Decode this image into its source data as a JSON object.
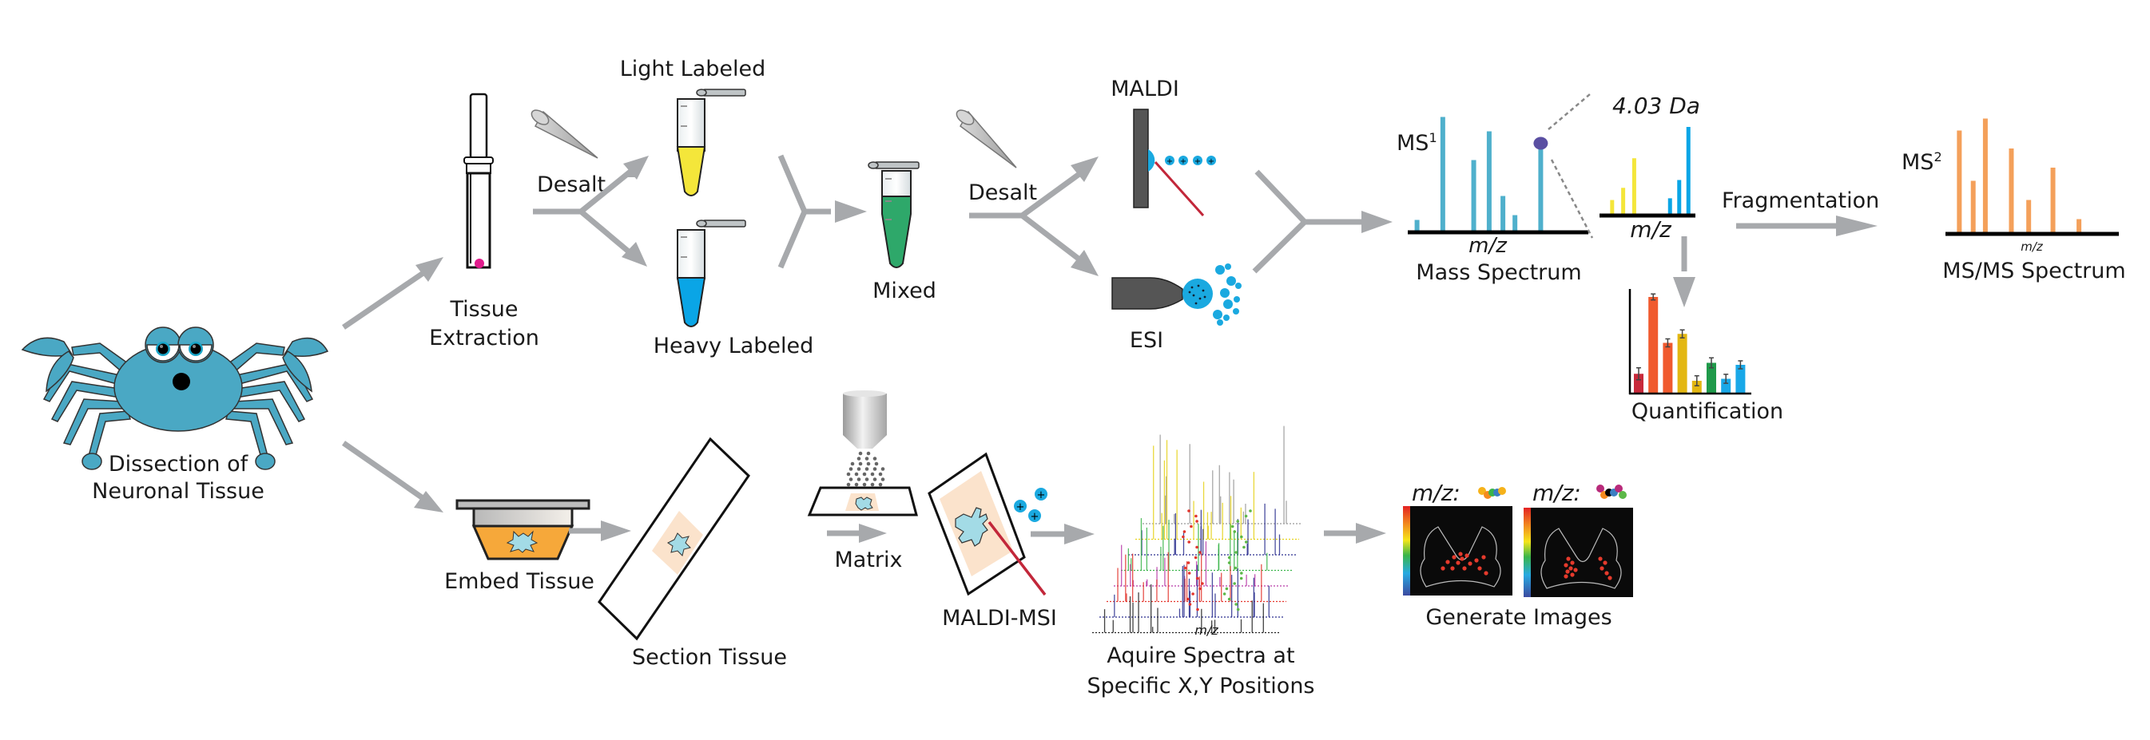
{
  "labels": {
    "dissection": [
      "Dissection of",
      "Neuronal Tissue"
    ],
    "tissue_extraction": [
      "Tissue",
      "Extraction"
    ],
    "desalt_1": "Desalt",
    "light_labeled": "Light Labeled",
    "heavy_labeled": "Heavy Labeled",
    "mixed": "Mixed",
    "desalt_2": "Desalt",
    "maldi": "MALDI",
    "esi": "ESI",
    "ms1_label": "MS",
    "ms1_sup": "1",
    "mass_spectrum": "Mass Spectrum",
    "mz": "m/z",
    "delta_label": "4.03 Da",
    "fragmentation": "Fragmentation",
    "ms2_label": "MS",
    "ms2_sup": "2",
    "msms_spectrum": "MS/MS Spectrum",
    "quantification": "Quantification",
    "embed_tissue": "Embed Tissue",
    "section_tissue": "Section Tissue",
    "matrix": "Matrix",
    "maldi_msi": "MALDI-MSI",
    "acquire_spectra": [
      "Aquire Spectra at",
      "Specific X,Y Positions"
    ],
    "mz_colon": "m/z:",
    "generate_images": "Generate Images"
  },
  "colors": {
    "crab": "#4aa8c4",
    "arrow": "#a7a9ac",
    "light_label": "#f4e63a",
    "heavy_label": "#0aa5e6",
    "mixed": "#2ea86a",
    "ms1_peaks": "#4fb0cc",
    "precursor": "#5a4fa2",
    "ms2_peaks": "#f4a05a",
    "ion": "#1aa9e0",
    "laser": "#c2273a",
    "tissue_bg": "#fbe3cc",
    "tissue": "#a3dbe6",
    "embed_medium": "#f6a83a"
  },
  "chart_data": [
    {
      "type": "bar",
      "title": "MS1 Mass Spectrum",
      "xlabel": "m/z",
      "ylabel": "",
      "values": [
        0.09,
        0.95,
        0.59,
        0.83,
        0.29,
        0.13,
        0.73
      ],
      "x": [
        0.04,
        0.19,
        0.37,
        0.46,
        0.54,
        0.61,
        0.76
      ],
      "highlighted_index": 6,
      "ylim": [
        0,
        1
      ]
    },
    {
      "type": "bar",
      "title": "4.03 Da",
      "xlabel": "m/z",
      "series": [
        {
          "name": "light",
          "x": [
            0.12,
            0.24,
            0.36
          ],
          "values": [
            0.16,
            0.3,
            0.64
          ]
        },
        {
          "name": "heavy",
          "x": [
            0.75,
            0.85,
            0.95
          ],
          "values": [
            0.18,
            0.39,
            1.0
          ]
        }
      ],
      "ylim": [
        0,
        1
      ]
    },
    {
      "type": "bar",
      "title": "MS/MS Spectrum",
      "xlabel": "m/z",
      "x": [
        0.08,
        0.16,
        0.23,
        0.38,
        0.48,
        0.62,
        0.77
      ],
      "values": [
        0.85,
        0.43,
        0.95,
        0.7,
        0.27,
        0.54,
        0.11
      ],
      "ylim": [
        0,
        1
      ]
    },
    {
      "type": "bar",
      "title": "Quantification",
      "values": [
        0.19,
        0.96,
        0.5,
        0.59,
        0.12,
        0.3,
        0.14,
        0.28
      ],
      "errors": [
        0.12,
        0.06,
        0.08,
        0.08,
        0.1,
        0.1,
        0.09,
        0.08
      ],
      "bar_colors": [
        "#c8293a",
        "#f05a2e",
        "#f05a2e",
        "#e3b712",
        "#e3b712",
        "#1f9a4a",
        "#19a8e8",
        "#19a8e8"
      ],
      "ylim": [
        0,
        1
      ]
    }
  ]
}
